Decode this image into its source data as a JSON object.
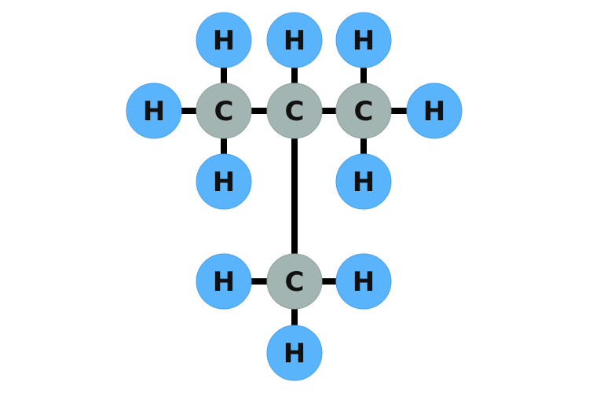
{
  "molecule": {
    "carbon_label": "C",
    "hydrogen_label": "H",
    "colors": {
      "carbon": "#a3b5b2",
      "hydrogen": "#5ab4fb",
      "bond": "#000000",
      "stroke": "#8fa19e",
      "hstroke": "#4aa2ea"
    },
    "atoms": [
      {
        "id": "c1",
        "element": "C"
      },
      {
        "id": "c2",
        "element": "C"
      },
      {
        "id": "c3",
        "element": "C"
      },
      {
        "id": "c4",
        "element": "C"
      },
      {
        "id": "h1",
        "element": "H"
      },
      {
        "id": "h2",
        "element": "H"
      },
      {
        "id": "h3",
        "element": "H"
      },
      {
        "id": "h4",
        "element": "H"
      },
      {
        "id": "h5",
        "element": "H"
      },
      {
        "id": "h6",
        "element": "H"
      },
      {
        "id": "h7",
        "element": "H"
      },
      {
        "id": "h8",
        "element": "H"
      },
      {
        "id": "h9",
        "element": "H"
      },
      {
        "id": "h10",
        "element": "H"
      }
    ],
    "bonds": [
      [
        "c1",
        "c2"
      ],
      [
        "c2",
        "c3"
      ],
      [
        "c2",
        "c4"
      ],
      [
        "c1",
        "h1"
      ],
      [
        "c1",
        "h4"
      ],
      [
        "c1",
        "h6"
      ],
      [
        "c2",
        "h2"
      ],
      [
        "c3",
        "h3"
      ],
      [
        "c3",
        "h5"
      ],
      [
        "c3",
        "h7"
      ],
      [
        "c4",
        "h8"
      ],
      [
        "c4",
        "h9"
      ],
      [
        "c4",
        "h10"
      ]
    ]
  }
}
